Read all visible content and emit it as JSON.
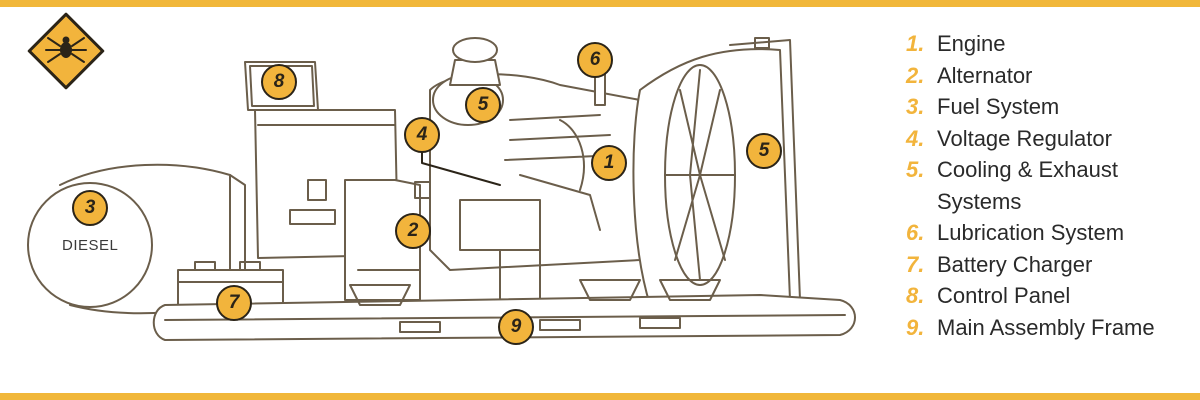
{
  "tank_label": "DIESEL",
  "callouts": [
    "8",
    "5",
    "6",
    "4",
    "1",
    "5",
    "3",
    "2",
    "7",
    "9"
  ],
  "legend": [
    {
      "num": "1.",
      "label": "Engine"
    },
    {
      "num": "2.",
      "label": "Alternator"
    },
    {
      "num": "3.",
      "label": "Fuel System"
    },
    {
      "num": "4.",
      "label": "Voltage Regulator"
    },
    {
      "num": "5.",
      "label": "Cooling & Exhaust Systems"
    },
    {
      "num": "6.",
      "label": "Lubrication System"
    },
    {
      "num": "7.",
      "label": "Battery Charger"
    },
    {
      "num": "8.",
      "label": "Control Panel"
    },
    {
      "num": "9.",
      "label": "Main Assembly Frame"
    }
  ],
  "colors": {
    "accent": "#f2b43c",
    "outline": "#2b2418"
  },
  "icons": {
    "logo": "spider-warning-diamond-icon"
  }
}
